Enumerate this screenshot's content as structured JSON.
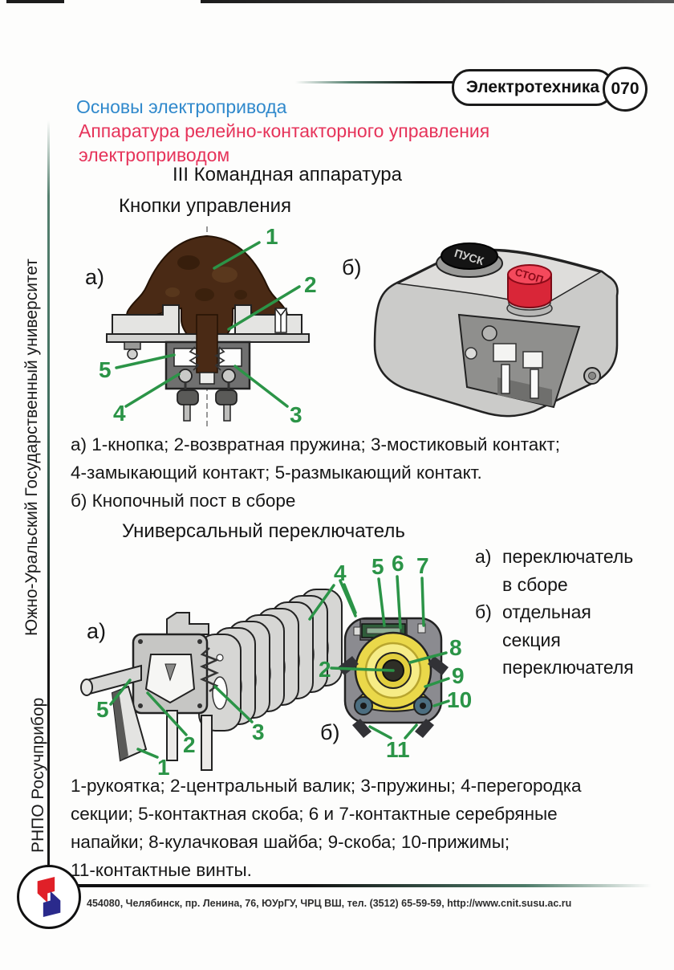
{
  "page": {
    "tag": "Электротехника",
    "page_number": "070"
  },
  "headings": {
    "course": "Основы электропривода",
    "topic": "Аппаратура релейно-контакторного управления электроприводом",
    "section": "III Командная аппаратура"
  },
  "callouts": {
    "n1": "1",
    "n2": "2",
    "n3": "3",
    "n4": "4",
    "n5": "5",
    "n6": "6",
    "n7": "7",
    "n8": "8",
    "n9": "9",
    "n10": "10",
    "n11": "11"
  },
  "figure_buttons": {
    "title": "Кнопки управления",
    "label_a": "а)",
    "label_b": "б)",
    "start_label": "ПУСК",
    "stop_label": "СТОП",
    "caption_lines": [
      "а) 1-кнопка; 2-возвратная пружина; 3-мостиковый контакт;",
      "4-замыкающий контакт; 5-размыкающий контакт.",
      "б) Кнопочный пост в сборе"
    ]
  },
  "figure_switch": {
    "title": "Универсальный переключатель",
    "label_a": "а)",
    "label_b": "б)",
    "legend": [
      {
        "label": "а)",
        "text": "переключатель в сборе"
      },
      {
        "label": "б)",
        "text": "отдельная секция переключателя"
      }
    ],
    "caption_lines": [
      "1-рукоятка; 2-центральный валик; 3-пружины; 4-перегородка",
      "секции; 5-контактная скоба; 6 и 7-контактные серебряные",
      "напайки; 8-кулачковая шайба; 9-скоба; 10-прижимы;",
      "11-контактные винты."
    ]
  },
  "sidebar": {
    "university": "Южно-Уральский Государственный университет",
    "organization": "РНПО Росучприбор"
  },
  "footer": {
    "address": "454080, Челябинск, пр. Ленина, 76, ЮУрГУ, ЧРЦ ВШ, тел. (3512) 65-59-59, http://www.cnit.susu.ac.ru"
  },
  "colors": {
    "heading_blue": "#3089cc",
    "heading_red": "#e6335a",
    "callout_green": "#2B9447",
    "stop_button_red": "#e52436",
    "cam_yellow": "#ead84a"
  }
}
